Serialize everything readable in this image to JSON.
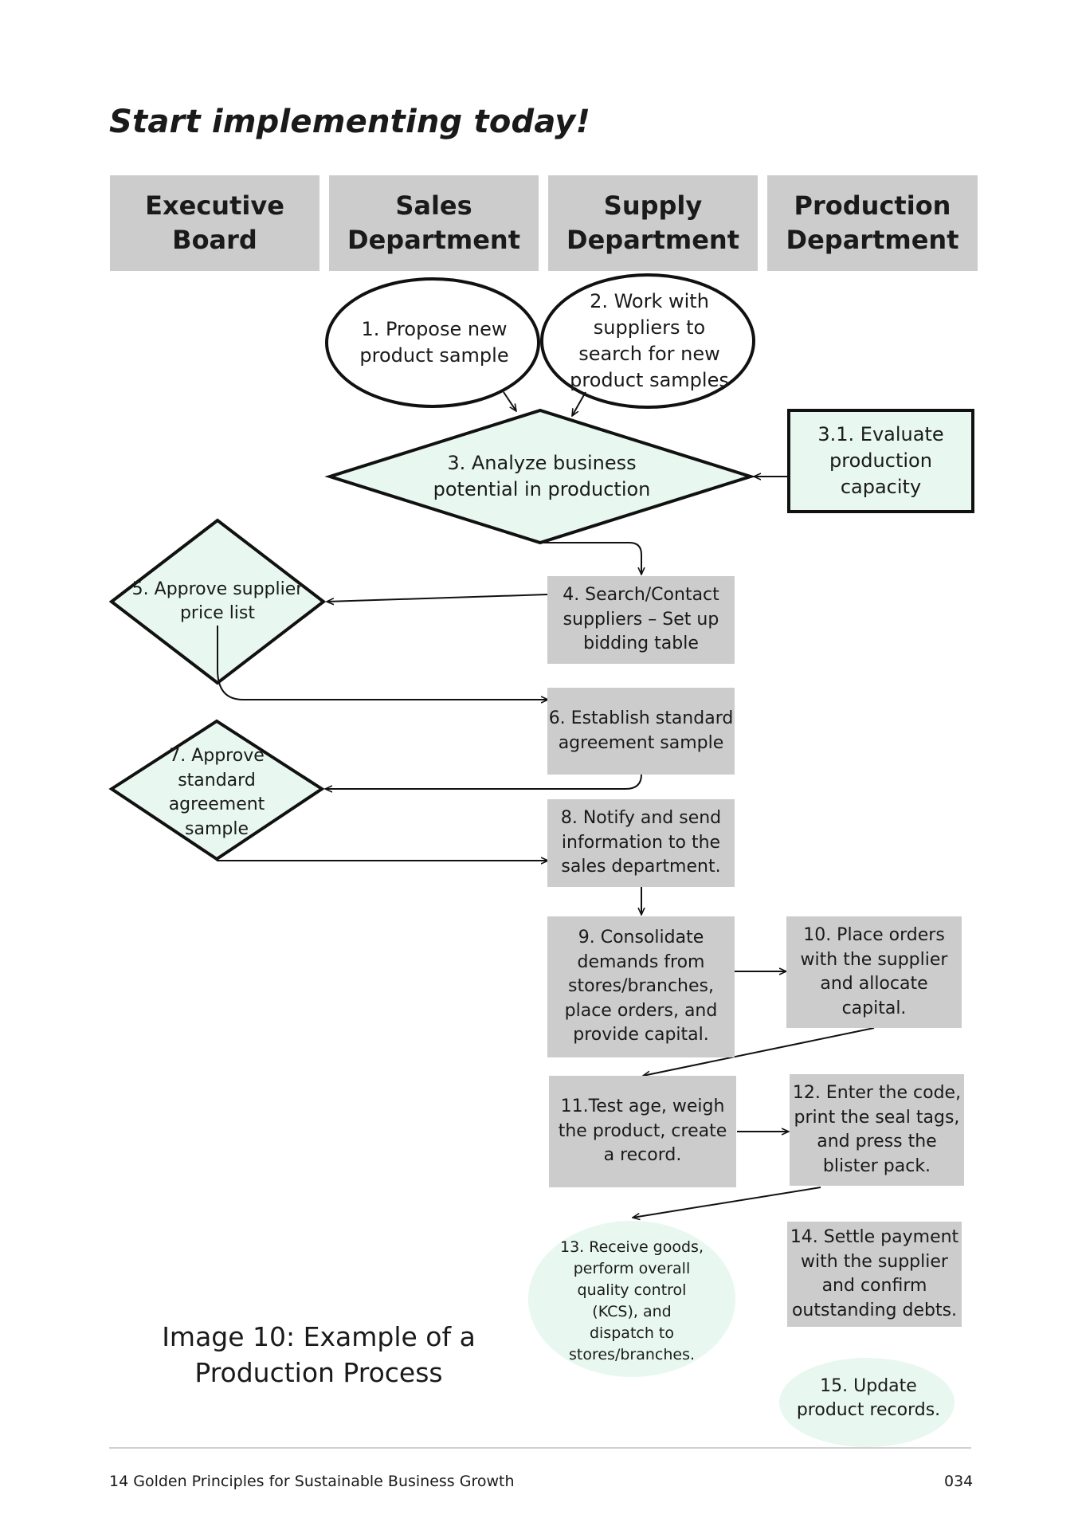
{
  "page": {
    "title": "Start implementing today!",
    "caption": "Image 10: Example of a\nProduction Process",
    "footer_left": "14 Golden Principles for Sustainable Business Growth",
    "footer_right": "034"
  },
  "lanes": [
    {
      "label": "Executive\nBoard"
    },
    {
      "label": "Sales\nDepartment"
    },
    {
      "label": "Supply\nDepartment"
    },
    {
      "label": "Production\nDepartment"
    }
  ],
  "nodes": {
    "n1": "1.   Propose new\n      product sample",
    "n2": "2. Work with\nsuppliers to\nsearch for new\nproduct samples",
    "n3": "3. Analyze business\npotential in production",
    "n3_1": "3.1. Evaluate\nproduction\ncapacity",
    "n4": "4. Search/Contact\nsuppliers – Set up\nbidding table",
    "n5": "5. Approve supplier\nprice list",
    "n6": "6. Establish standard\nagreement sample",
    "n7": "7. Approve\nstandard\nagreement\nsample",
    "n8": "8. Notify and send\ninformation to the\nsales department.",
    "n9": "9. Consolidate\ndemands from\nstores/branches,\nplace orders, and\nprovide capital.",
    "n10": "10. Place orders\nwith the supplier\nand allocate capital.",
    "n11": "11.Test age, weigh\nthe product, create\na record.",
    "n12": "12. Enter the code,\nprint the seal tags,\nand press the\nblister pack.",
    "n13": "13. Receive goods,\nperform overall\nquality control\n(KCS), and\ndispatch to\nstores/branches.",
    "n14": "14. Settle payment\nwith the supplier\nand confirm\noutstanding debts.",
    "n15": "15. Update\nproduct records."
  },
  "colors": {
    "header_gray": "#cccccc",
    "mint_fill": "#e8f8f0",
    "stroke": "#111111"
  }
}
